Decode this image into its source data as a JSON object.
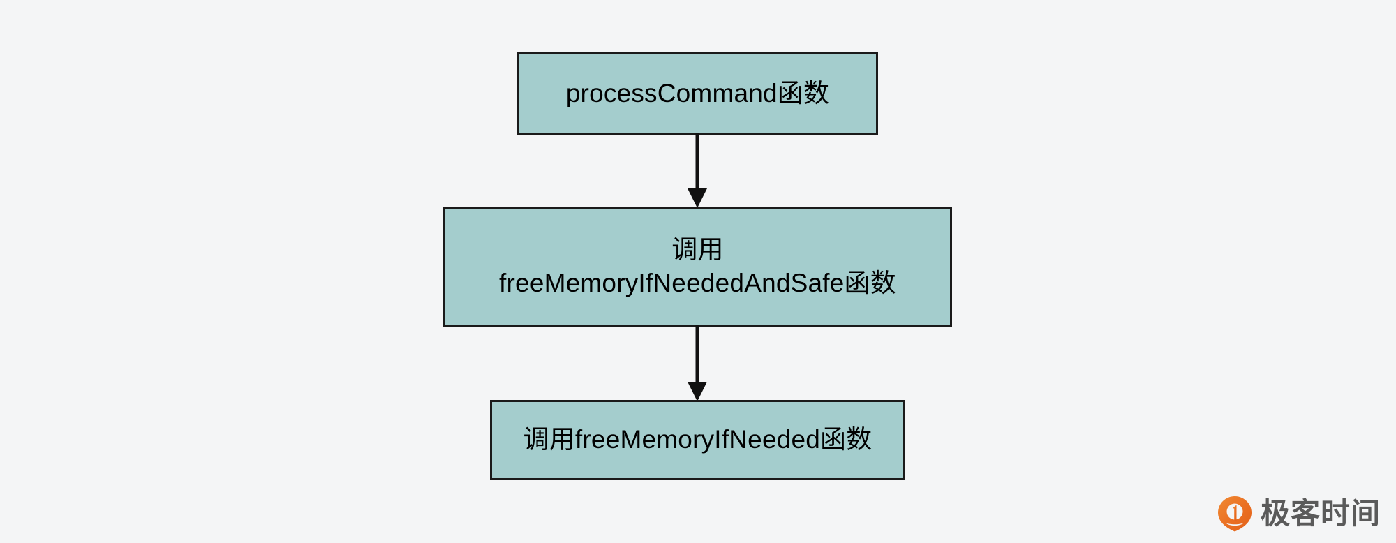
{
  "diagram": {
    "background_color": "#f4f5f6",
    "node_fill_color": "#a4cdcd",
    "node_border_color": "#1a1a1a",
    "connector_color": "#111111",
    "type": "flowchart",
    "orientation": "top-to-bottom",
    "nodes": [
      {
        "id": "node-1",
        "label": "processCommand函数",
        "shape": "rectangle"
      },
      {
        "id": "node-2",
        "label": "调用\nfreeMemoryIfNeededAndSafe函数",
        "shape": "rectangle"
      },
      {
        "id": "node-3",
        "label": "调用freeMemoryIfNeeded函数",
        "shape": "rectangle"
      }
    ],
    "connectors": [
      {
        "id": "connector-1",
        "from": "node-1",
        "to": "node-2",
        "arrow": "down-arrow"
      },
      {
        "id": "connector-2",
        "from": "node-2",
        "to": "node-3",
        "arrow": "down-arrow"
      }
    ]
  },
  "watermark": {
    "text": "极客时间",
    "logo_name": "geektime-pin-logo",
    "logo_color": "#ec6c1e",
    "text_color": "#5a5a5a"
  }
}
